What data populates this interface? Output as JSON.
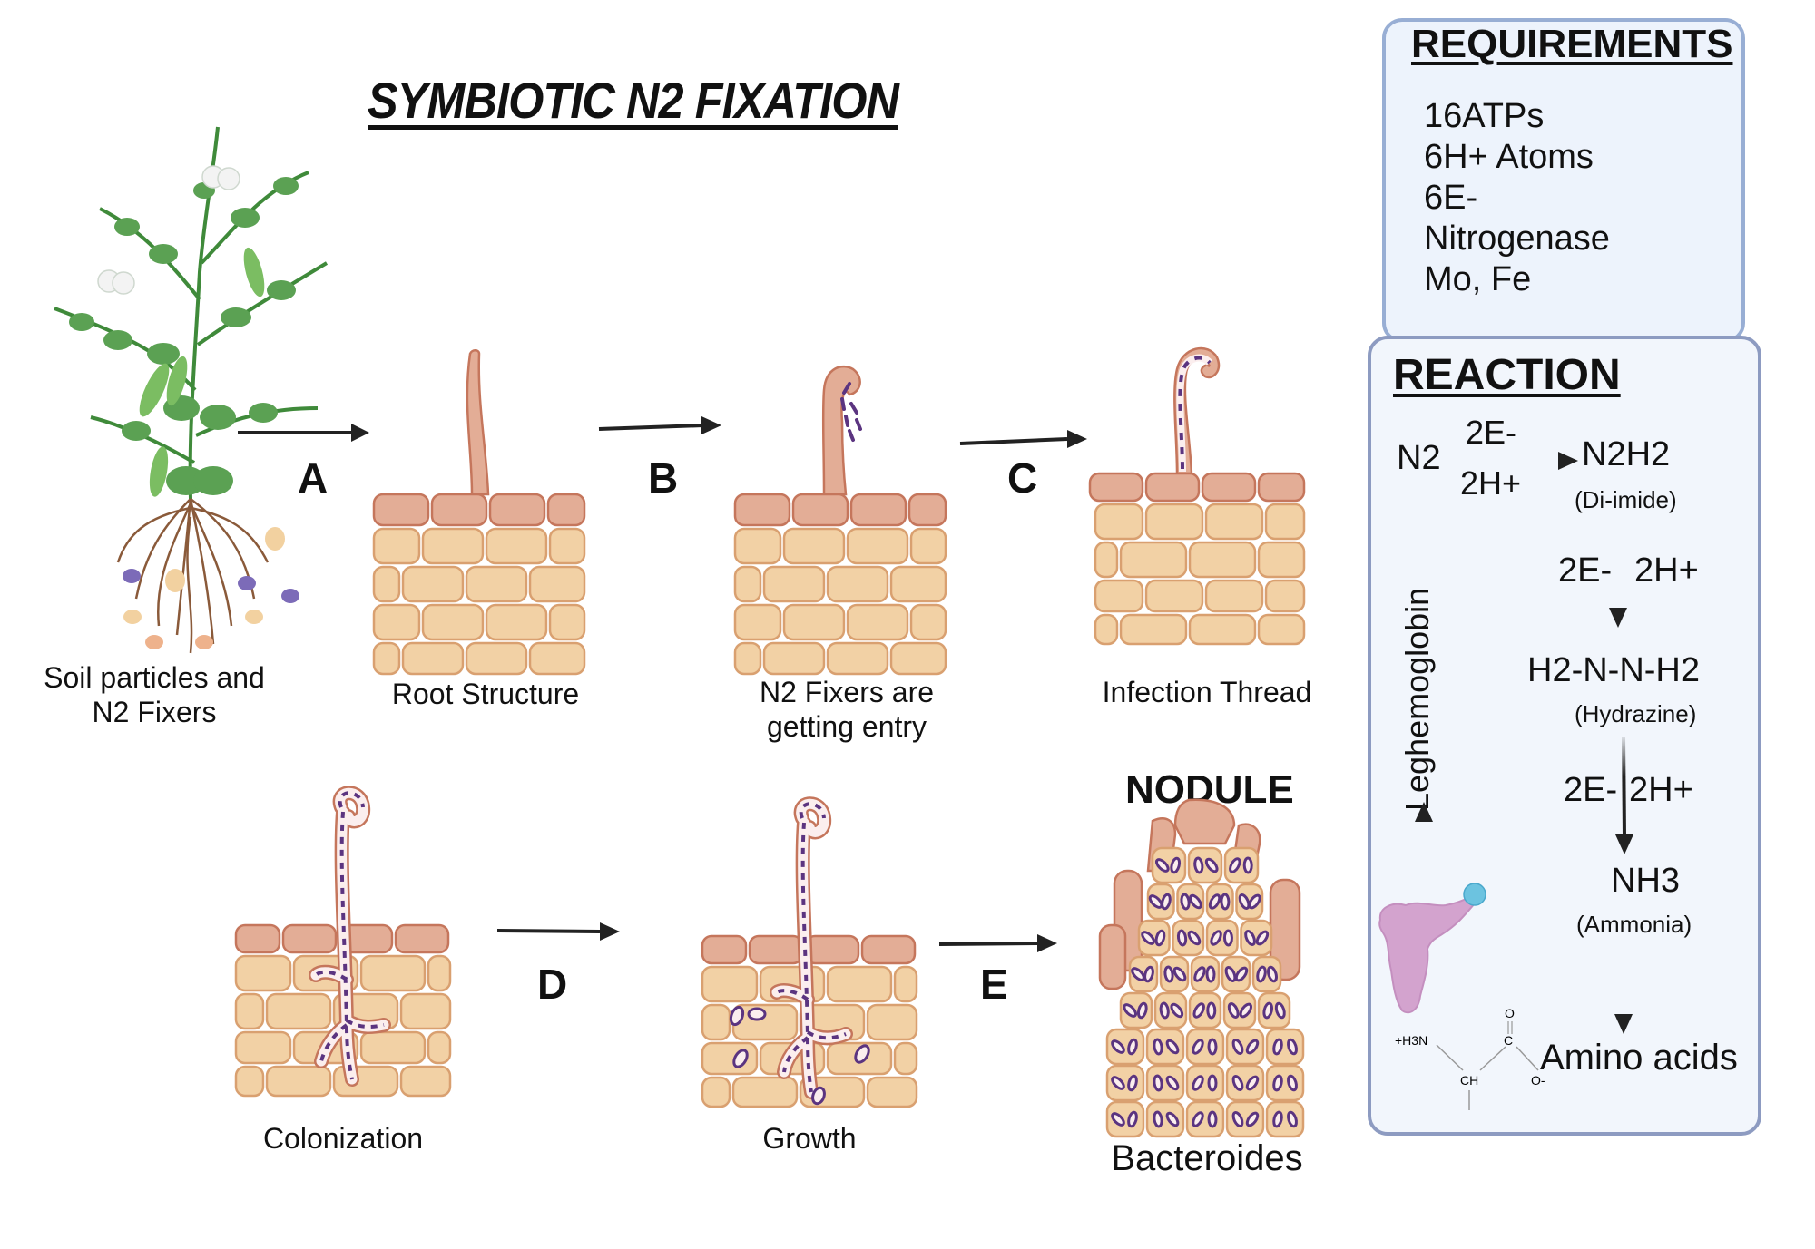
{
  "title": "SYMBIOTIC N2 FIXATION",
  "stages": [
    {
      "id": "soil",
      "caption_line1": "Soil particles and",
      "caption_line2": "N2 Fixers"
    },
    {
      "id": "root",
      "caption_line1": "Root Structure"
    },
    {
      "id": "entry",
      "caption_line1": "N2 Fixers are",
      "caption_line2": "getting entry"
    },
    {
      "id": "thread",
      "caption_line1": "Infection Thread"
    },
    {
      "id": "colonization",
      "caption_line1": "Colonization"
    },
    {
      "id": "growth",
      "caption_line1": "Growth"
    },
    {
      "id": "nodule",
      "heading": "NODULE",
      "caption_line1": "Bacteroides"
    }
  ],
  "step_labels": [
    "A",
    "B",
    "C",
    "D",
    "E"
  ],
  "requirements": {
    "heading": "REQUIREMENTS",
    "items": [
      "16ATPs",
      "6H+ Atoms",
      "6E-",
      "Nitrogenase",
      "Mo, Fe"
    ]
  },
  "reaction": {
    "heading": "REACTION",
    "n2": "N2",
    "step1_top": "2E-",
    "step1_bottom": "2H+",
    "n2h2": "N2H2",
    "n2h2_name": "(Di-imide)",
    "step2_left": "2E-",
    "step2_right": "2H+",
    "hydrazine": "H2-N-N-H2",
    "hydrazine_name": "(Hydrazine)",
    "step3_left": "2E-",
    "step3_right": "2H+",
    "nh3": "NH3",
    "nh3_name": "(Ammonia)",
    "amino": "Amino acids",
    "leghemoglobin": "Leghemoglobin",
    "amino_structure": {
      "h3n": "+H3N",
      "ch": "CH",
      "c": "C",
      "o_top": "O",
      "o_minus": "O-"
    }
  },
  "colors": {
    "cell_fill": "#f2d1a5",
    "cell_stroke": "#d9a070",
    "epidermis_fill": "#e3ad96",
    "epidermis_stroke": "#c5765c",
    "bacteria": "#5b3480",
    "leaf": "#5ba153",
    "root": "#8a5a3a",
    "leghemoglobin_protein": "#d0a0cc",
    "heme": "#6cc3e0"
  }
}
